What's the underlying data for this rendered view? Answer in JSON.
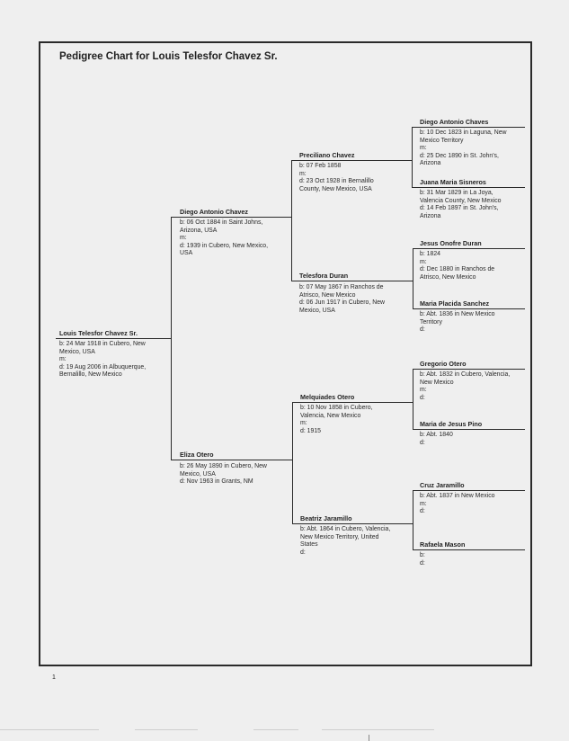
{
  "document": {
    "title": "Pedigree Chart for Louis Telesfor Chavez Sr.",
    "page_number": "1"
  },
  "gen1": {
    "subject": {
      "name": "Louis Telesfor Chavez Sr.",
      "lines": [
        "b: 24 Mar 1918 in Cubero, New",
        "Mexico, USA",
        "m:",
        "d: 19 Aug 2006 in Albuquerque,",
        "Bernalillo, New Mexico"
      ]
    }
  },
  "gen2": {
    "father": {
      "name": "Diego Antonio Chavez",
      "lines": [
        "b: 06 Oct 1884 in Saint Johns,",
        "Arizona, USA",
        "m:",
        "d: 1939 in Cubero, New Mexico,",
        "USA"
      ]
    },
    "mother": {
      "name": "Eliza Otero",
      "lines": [
        "b: 26 May 1890 in Cubero, New",
        "Mexico, USA",
        "d: Nov 1963 in Grants, NM"
      ]
    }
  },
  "gen3": {
    "p1": {
      "name": "Preciliano Chavez",
      "lines": [
        "b: 07 Feb 1858",
        "m:",
        "d: 23 Oct 1928 in Bernalillo",
        "County, New Mexico, USA"
      ]
    },
    "p2": {
      "name": "Telesfora Duran",
      "lines": [
        "b: 07 May 1867 in Ranchos de",
        "Atrisco, New Mexico",
        "d: 06 Jun 1917 in Cubero, New",
        "Mexico, USA"
      ]
    },
    "p3": {
      "name": "Melquiades Otero",
      "lines": [
        "b: 10 Nov 1858 in Cubero,",
        "Valencia, New Mexico",
        "m:",
        "d: 1915"
      ]
    },
    "p4": {
      "name": "Beatriz Jaramillo",
      "lines": [
        "b: Abt. 1864 in Cubero, Valencia,",
        "New Mexico Territory, United",
        "States",
        "d:"
      ]
    }
  },
  "gen4": {
    "p1": {
      "name": "Diego Antonio Chaves",
      "lines": [
        "b: 10 Dec 1823 in Laguna, New",
        "Mexico Territory",
        "m:",
        "d: 25 Dec 1890 in St. John's,",
        "Arizona"
      ]
    },
    "p2": {
      "name": "Juana Maria Sisneros",
      "lines": [
        "b: 31 Mar 1829 in La Joya,",
        "Valencia County, New Mexico",
        "d: 14 Feb 1897 in St. John's,",
        "Arizona"
      ]
    },
    "p3": {
      "name": "Jesus Onofre Duran",
      "lines": [
        "b: 1824",
        "m:",
        "d: Dec 1880 in Ranchos de",
        "Atrisco, New Mexico"
      ]
    },
    "p4": {
      "name": "Maria Placida Sanchez",
      "lines": [
        "b: Abt. 1836 in New Mexico",
        "Territory",
        "d:"
      ]
    },
    "p5": {
      "name": "Gregorio Otero",
      "lines": [
        "b: Abt. 1832 in Cubero, Valencia,",
        "New Mexico",
        "m:",
        "d:"
      ]
    },
    "p6": {
      "name": "Maria de Jesus Pino",
      "lines": [
        "b: Abt. 1840",
        "d:"
      ]
    },
    "p7": {
      "name": "Cruz Jaramillo",
      "lines": [
        "b: Abt. 1837 in New Mexico",
        "m:",
        "d:"
      ]
    },
    "p8": {
      "name": "Rafaela Mason",
      "lines": [
        "b:",
        "d:"
      ]
    }
  }
}
